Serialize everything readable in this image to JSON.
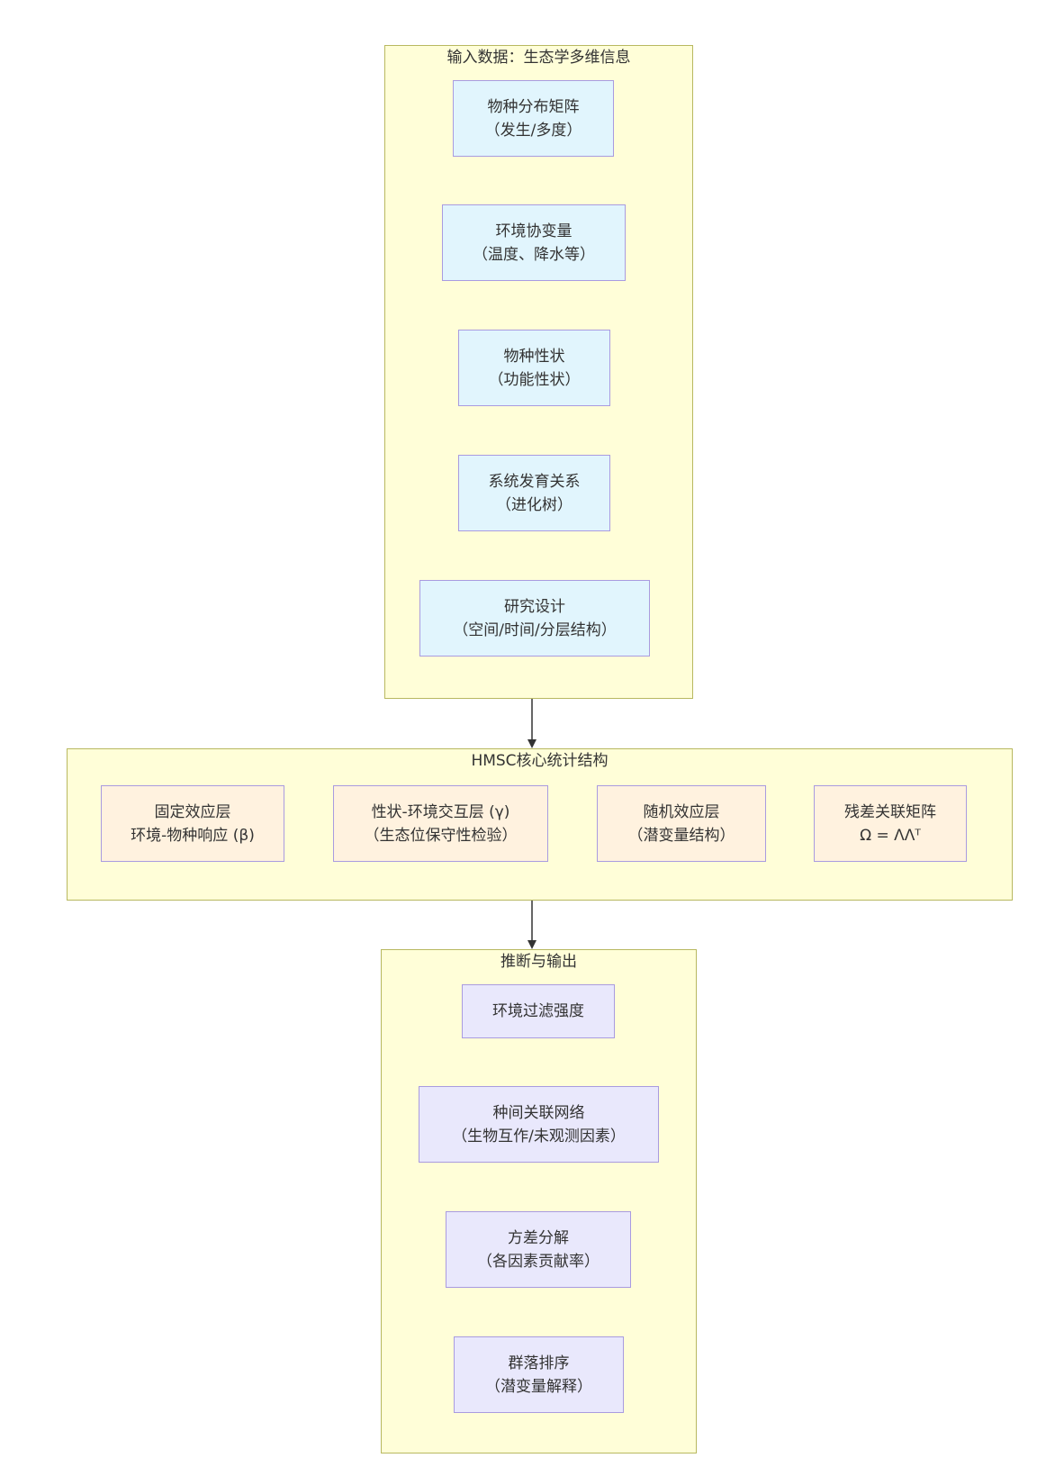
{
  "diagram": {
    "groups": {
      "input": {
        "title": "输入数据：生态学多维信息"
      },
      "core": {
        "title": "HMSC核心统计结构"
      },
      "output": {
        "title": "推断与输出"
      }
    },
    "input_nodes": [
      {
        "line1": "物种分布矩阵",
        "line2": "（发生/多度）"
      },
      {
        "line1": "环境协变量",
        "line2": "（温度、降水等）"
      },
      {
        "line1": "物种性状",
        "line2": "（功能性状）"
      },
      {
        "line1": "系统发育关系",
        "line2": "（进化树）"
      },
      {
        "line1": "研究设计",
        "line2": "（空间/时间/分层结构）"
      }
    ],
    "core_nodes": [
      {
        "line1": "固定效应层",
        "line2": "环境-物种响应 (β)"
      },
      {
        "line1": "性状-环境交互层 (γ)",
        "line2": "（生态位保守性检验）"
      },
      {
        "line1": "随机效应层",
        "line2": "（潜变量结构）"
      },
      {
        "line1": "残差关联矩阵",
        "line2": "Ω = ΛΛᵀ"
      }
    ],
    "output_nodes": [
      {
        "line1": "环境过滤强度",
        "line2": ""
      },
      {
        "line1": "种间关联网络",
        "line2": "（生物互作/未观测因素）"
      },
      {
        "line1": "方差分解",
        "line2": "（各因素贡献率）"
      },
      {
        "line1": "群落排序",
        "line2": "（潜变量解释）"
      }
    ],
    "colors": {
      "group_fill": "#fffed8",
      "group_border": "#b8b860",
      "input_fill": "#e1f5fd",
      "core_fill": "#fff2df",
      "output_fill": "#e9e8fc",
      "node_border": "#a99be0",
      "arrow": "#333333"
    }
  }
}
